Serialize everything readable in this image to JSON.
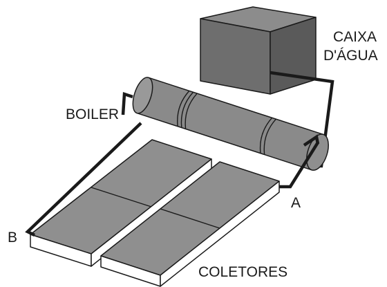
{
  "labels": {
    "tank_line1": "CAIXA",
    "tank_line2": "D'ÁGUA",
    "boiler": "BOILER",
    "point_a": "A",
    "point_b": "B",
    "collectors": "COLETORES"
  },
  "colors": {
    "tank_front": "#6e6e6e",
    "tank_top": "#8c8c8c",
    "tank_side": "#5a5a5a",
    "boiler_body": "#8a8a8a",
    "collector_glass": "#8f8f8f",
    "collector_base": "#ffffff",
    "pipe": "#1a1a1a"
  }
}
